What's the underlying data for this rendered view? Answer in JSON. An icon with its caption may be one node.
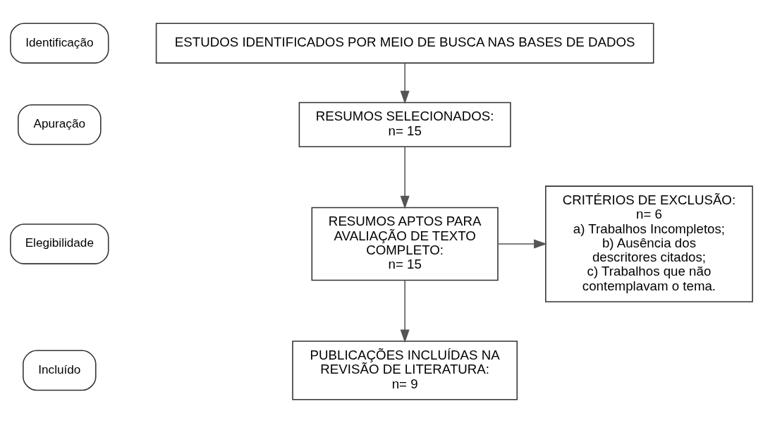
{
  "diagram": {
    "nodes": [
      {
        "text": [
          "Identificação"
        ]
      },
      {
        "text": [
          "Apuração"
        ]
      },
      {
        "text": [
          "Elegibilidade"
        ]
      },
      {
        "text": [
          "Incluído"
        ]
      },
      {
        "text": [
          "ESTUDOS IDENTIFICADOS POR MEIO DE BUSCA NAS BASES DE DADOS"
        ]
      },
      {
        "text": [
          "RESUMOS SELECIONADOS:",
          "n= 15"
        ]
      },
      {
        "text": [
          "RESUMOS APTOS PARA AVALIAÇÃO DE TEXTO COMPLETO:",
          "n= 15"
        ]
      },
      {
        "text": [
          "CRITÉRIOS DE EXCLUSÃO:",
          "n= 6",
          "a) Trabalhos Incompletos;",
          "b) Ausência dos descritores citados;",
          "c) Trabalhos que não contemplavam o tema."
        ]
      },
      {
        "text": [
          "PUBLICAÇÕES INCLUÍDAS NA REVISÃO DE LITERATURA:",
          "n= 9"
        ]
      }
    ],
    "edges": [
      {
        "from": 4,
        "to": 5,
        "arrow": "to"
      },
      {
        "from": 5,
        "to": 6,
        "arrow": "to"
      },
      {
        "from": 6,
        "to": 7,
        "arrow": "to"
      },
      {
        "from": 6,
        "to": 8,
        "arrow": "to"
      }
    ]
  }
}
